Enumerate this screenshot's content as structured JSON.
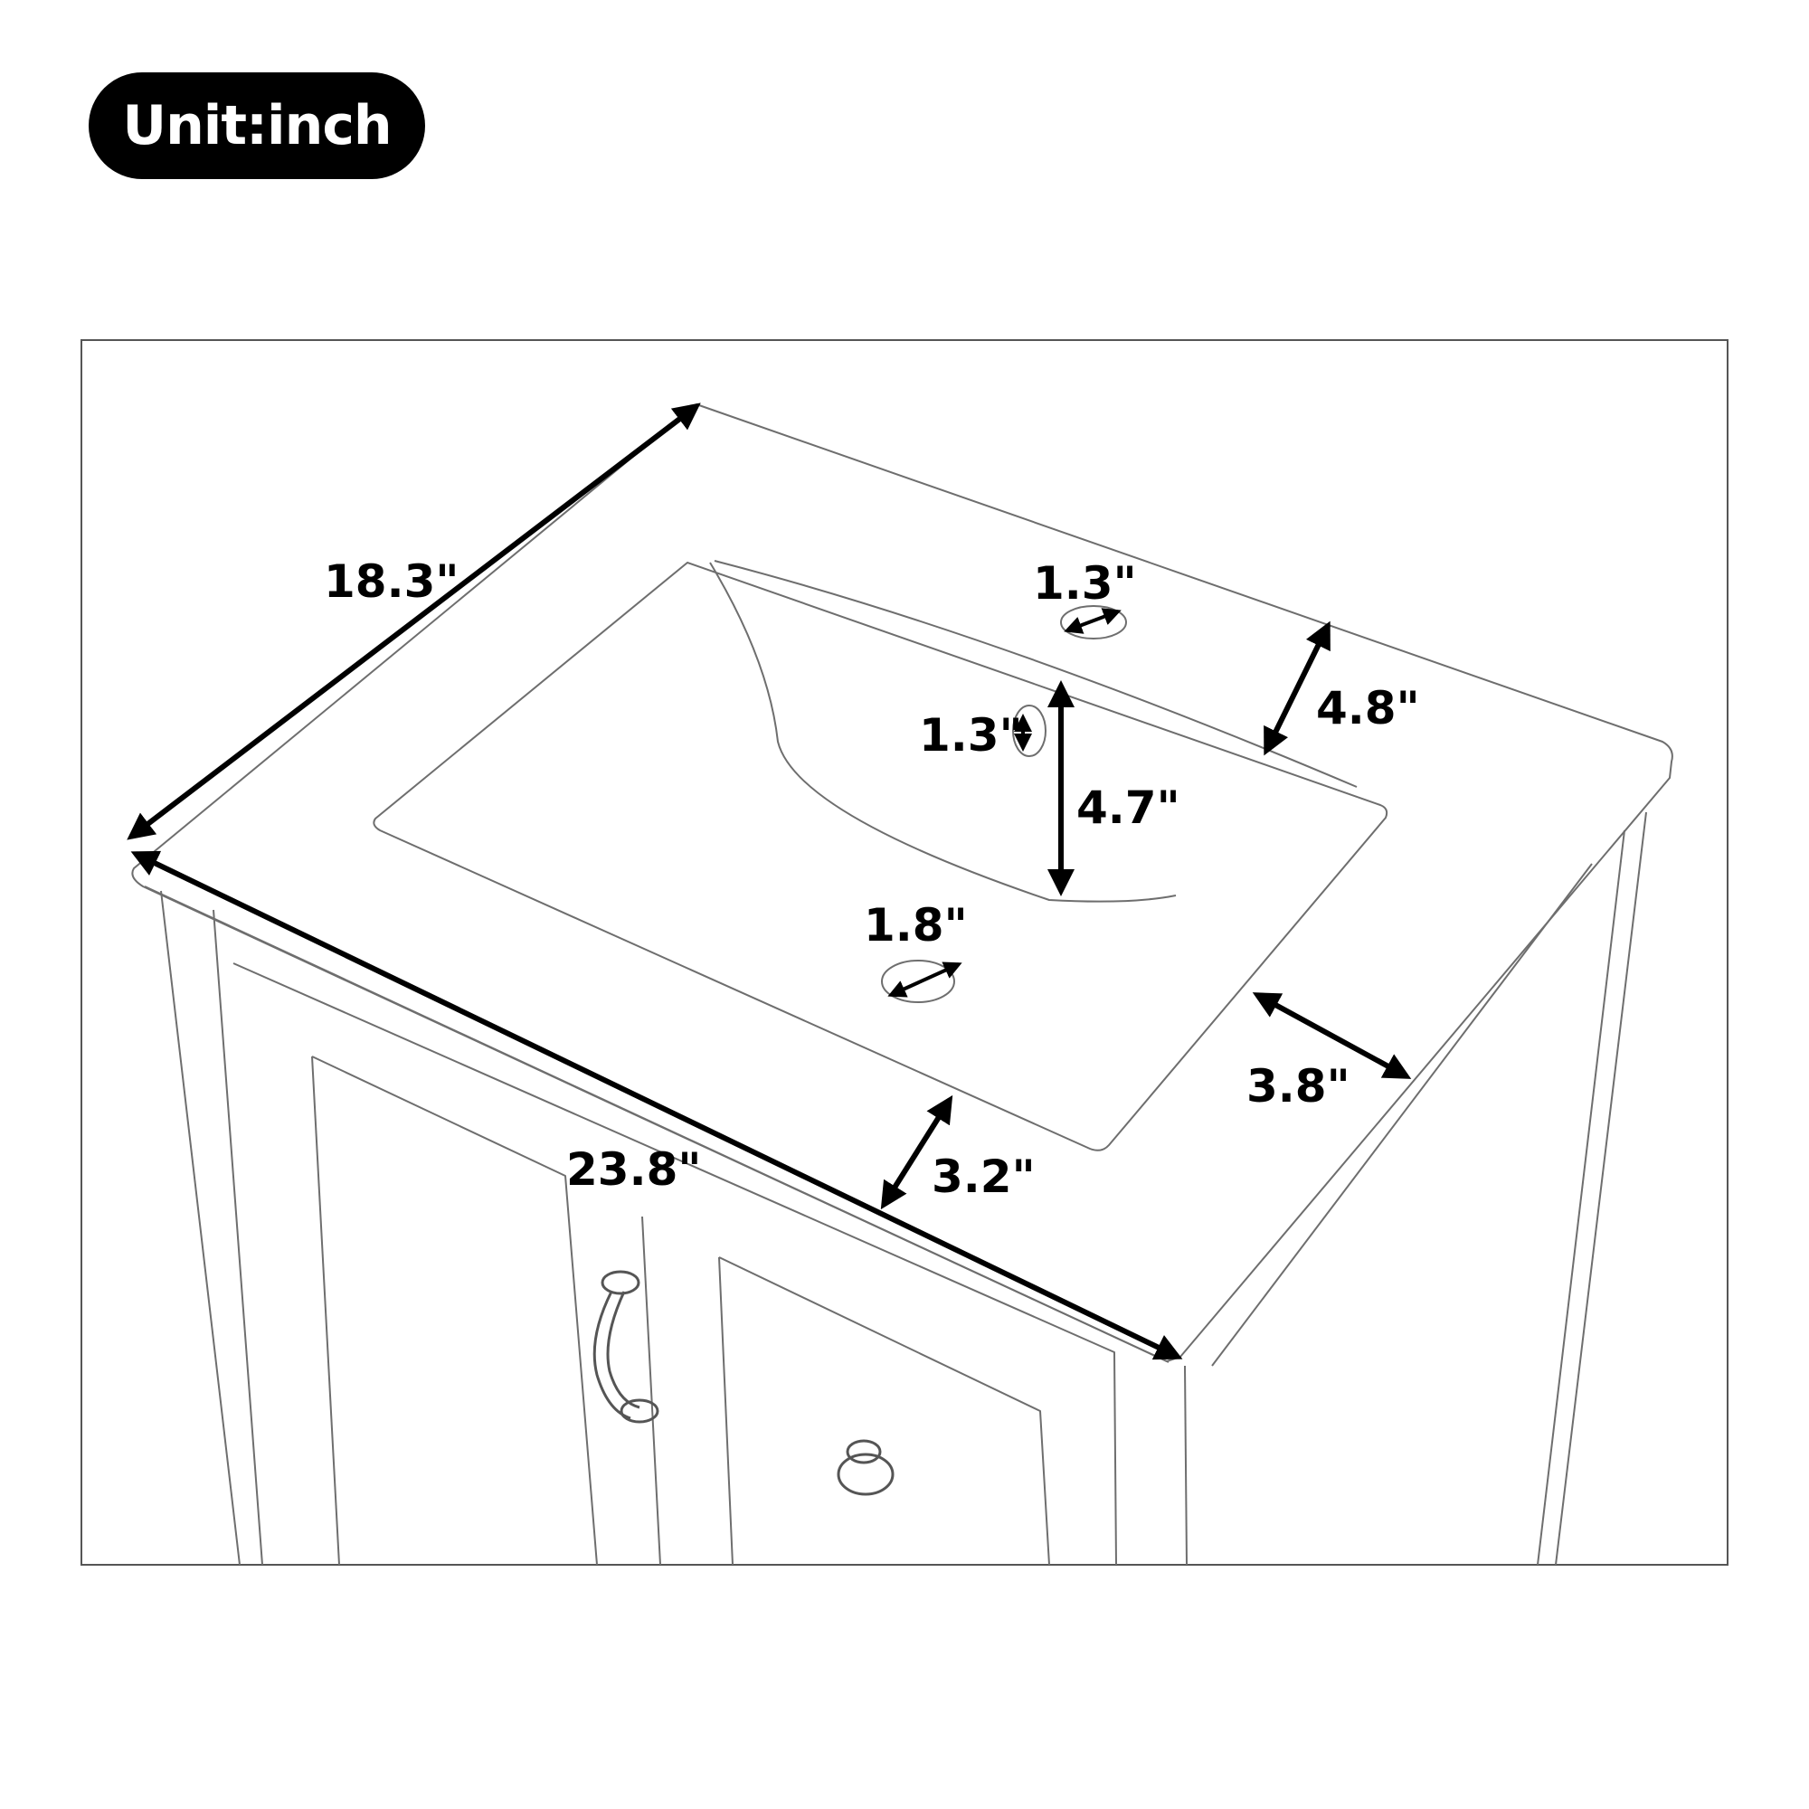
{
  "unit_badge": "Unit:inch",
  "dimensions": {
    "depth": "18.3\"",
    "width": "23.8\"",
    "overflow_hole": "1.3\"",
    "drain_diameter": "1.3\"",
    "faucet_hole": "1.8\"",
    "back_margin": "4.8\"",
    "front_margin": "3.2\"",
    "side_margin": "3.8\"",
    "basin_depth": "4.7\""
  },
  "colors": {
    "ink": "#000000",
    "sketch": "#4d4d4d",
    "background": "#ffffff"
  }
}
